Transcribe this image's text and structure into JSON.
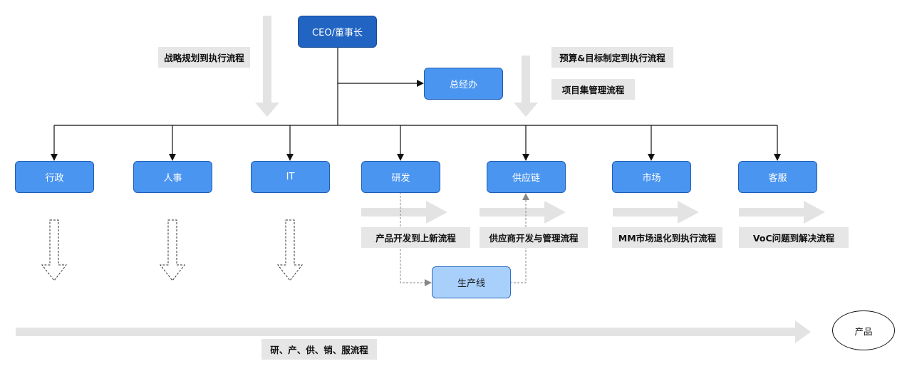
{
  "nodes": {
    "ceo": "CEO/董事长",
    "office": "总经办",
    "admin": "行政",
    "hr": "人事",
    "it": "IT",
    "rd": "研发",
    "supply": "供应链",
    "market": "市场",
    "service": "客服",
    "production": "生产线",
    "product": "产品"
  },
  "labels": {
    "strategy": "战略规划到执行流程",
    "budget": "预算&目标制定到执行流程",
    "project": "项目集管理流程",
    "ipd": "产品开发到上新流程",
    "supplier": "供应商开发与管理流程",
    "mm": "MM市场退化到执行流程",
    "voc": "VoC问题到解决流程",
    "value_chain": "研、产、供、销、服流程"
  },
  "colors": {
    "node_fill": "#4a95f0",
    "ceo_fill": "#2164c2",
    "production_fill": "#a9cffb",
    "flow_arrow": "#e3e3e3",
    "label_bg": "#e6e6e6"
  }
}
